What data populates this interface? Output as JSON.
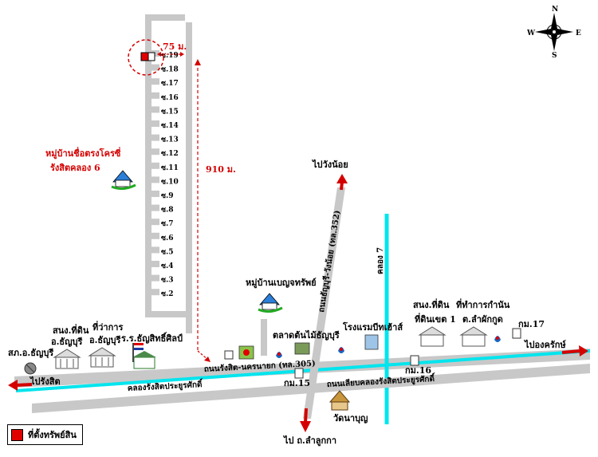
{
  "compass": {
    "n": "N",
    "s": "S",
    "e": "E",
    "w": "W"
  },
  "distances": {
    "offset": "75 ม.",
    "main": "910 ม."
  },
  "sois": [
    "ซ.19",
    "ซ.18",
    "ซ.17",
    "ซ.16",
    "ซ.15",
    "ซ.14",
    "ซ.13",
    "ซ.12",
    "ซ.11",
    "ซ.10",
    "ซ.9",
    "ซ.8",
    "ซ.7",
    "ซ.6",
    "ซ.5",
    "ซ.4",
    "ซ.3",
    "ซ.2"
  ],
  "places": {
    "village_main_1": "หมู่บ้านชื่อตรงโครซี่",
    "village_main_2": "รังสิตคลอง 6",
    "village_benja": "หมู่บ้านเบญจทรัพย์",
    "market": "ตลาดต้นไม้ธัญบุรี",
    "hotel": "โรงแรมบีทเฮ้าส์",
    "sor_kor_1": "สภ.อ.ธัญบุรี",
    "land_office_1": "สนง.ที่ดิน",
    "land_office_2": "อ.ธัญบุรี",
    "district_office_1": "ที่ว่าการ",
    "district_office_2": "อ.ธัญบุรี",
    "school": "ร.ร.ธัญสิทธิ์ศิลป์",
    "land_branch_1": "สนง.ที่ดิน",
    "land_branch_2": "ที่ดินเขต 1",
    "lam_luk_ka_office_1": "ที่ทำการกำนัน",
    "lam_luk_ka_office_2": "ต.ลำผักกูด",
    "temple": "วัดนาบุญ"
  },
  "roads": {
    "main": "ถนนรังสิต-นครนายก (ทล.305)",
    "side": "ถนนเลียบคลองรังสิตประยูรศักดิ์",
    "north_south": "ถนนธัญบุรี-วังน้อย (ทล.352)",
    "canal": "คลองรังสิตประยูรศักดิ์",
    "canal7": "คลอง 7"
  },
  "km_markers": {
    "km15": "กม.15",
    "km16": "กม.16",
    "km17": "กม.17"
  },
  "directions": {
    "to_rangsit": "ไปรังสิต",
    "to_ongkharak": "ไปองครักษ์",
    "to_wangnoi": "ไปวังน้อย",
    "to_lamlukka": "ไป ถ.ลำลูกกา"
  },
  "legend": {
    "label": "ที่ตั้งทรัพย์สิน",
    "color": "#e00000"
  }
}
